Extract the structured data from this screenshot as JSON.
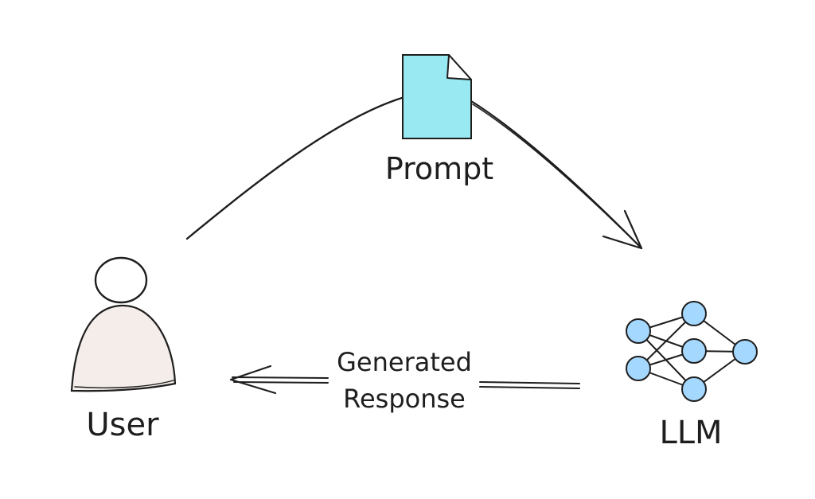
{
  "nodes": {
    "prompt": {
      "label": "Prompt",
      "icon": "document-icon"
    },
    "user": {
      "label": "User",
      "icon": "user-icon"
    },
    "llm": {
      "label": "LLM",
      "icon": "neural-network-icon"
    }
  },
  "edges": {
    "response": {
      "label_line1": "Generated",
      "label_line2": "Response"
    }
  },
  "colors": {
    "document_fill": "#99e9f2",
    "user_fill": "#f4ede9",
    "neuron_fill": "#a5d8ff",
    "stroke": "#1e1e1e"
  }
}
